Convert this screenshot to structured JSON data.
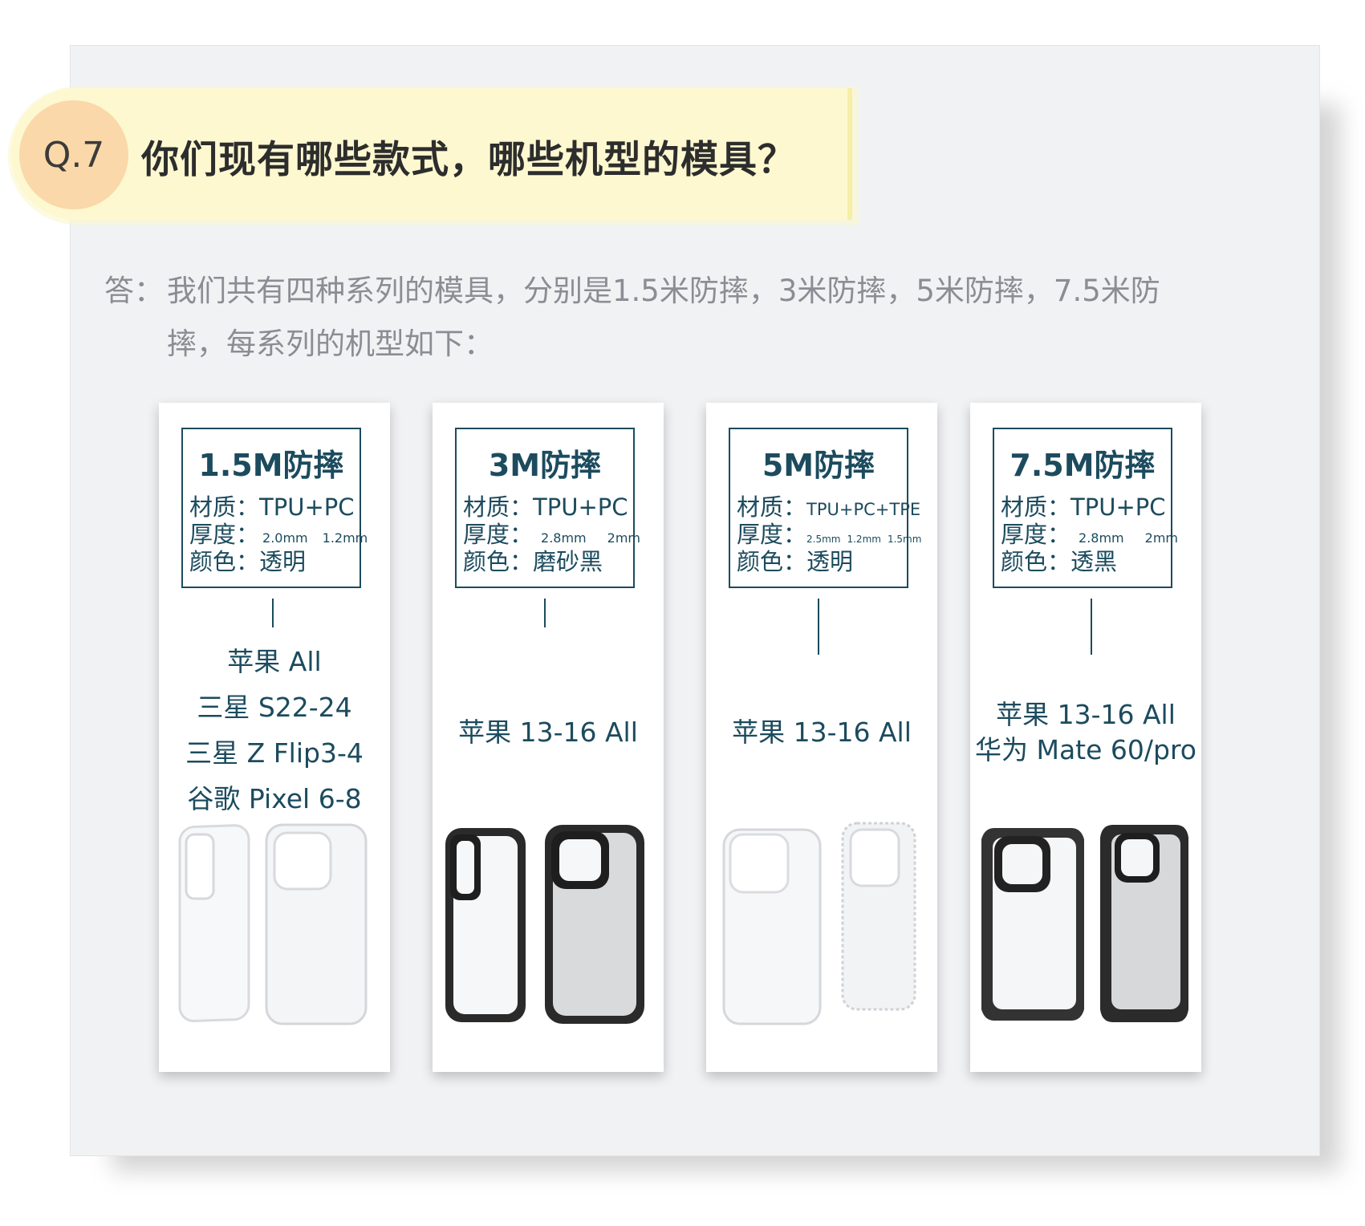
{
  "question": {
    "number": "Q.7",
    "title": "你们现有哪些款式，哪些机型的模具？"
  },
  "answer": {
    "label": "答：",
    "line1": "我们共有四种系列的模具，分别是1.5米防摔，3米防摔，5米防摔，7.5米防",
    "line2": "摔，每系列的机型如下："
  },
  "cards": [
    {
      "title": "1.5M防摔",
      "material_label": "材质：",
      "material": "TPU+PC",
      "thickness_label": "厚度：",
      "thickness": [
        "2.0mm",
        "1.2mm"
      ],
      "color_label": "颜色：",
      "color": "透明",
      "models": [
        "苹果  All",
        "三星 S22-24",
        "三星 Z Flip3-4",
        "谷歌 Pixel 6-8"
      ],
      "case_style": "clear"
    },
    {
      "title": "3M防摔",
      "material_label": "材质：",
      "material": "TPU+PC",
      "thickness_label": "厚度：",
      "thickness": [
        "2.8mm",
        "2mm"
      ],
      "color_label": "颜色：",
      "color": "磨砂黑",
      "models": [
        "苹果 13-16 All"
      ],
      "case_style": "black-frame"
    },
    {
      "title": "5M防摔",
      "material_label": "材质：",
      "material": "TPU+PC+TPE",
      "thickness_label": "厚度：",
      "thickness": [
        "2.5mm",
        "1.2mm",
        "1.5mm"
      ],
      "color_label": "颜色：",
      "color": "透明",
      "models": [
        "苹果 13-16 All"
      ],
      "case_style": "clear"
    },
    {
      "title": "7.5M防摔",
      "material_label": "材质：",
      "material": "TPU+PC",
      "thickness_label": "厚度：",
      "thickness": [
        "2.8mm",
        "2mm"
      ],
      "color_label": "颜色：",
      "color": "透黑",
      "models": [
        "苹果 13-16 All",
        "华为 Mate 60/pro"
      ],
      "case_style": "bumper"
    }
  ]
}
